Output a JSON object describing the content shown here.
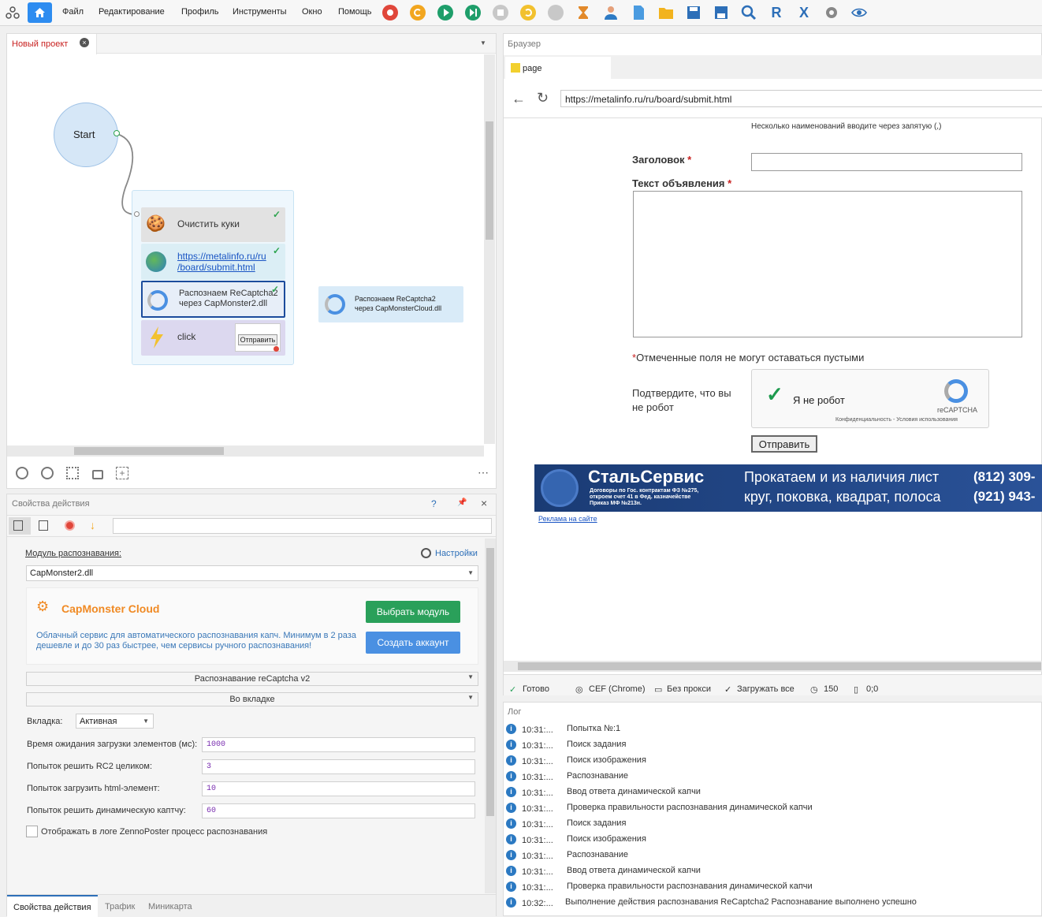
{
  "menu": [
    "Файл",
    "Редактирование",
    "Профиль",
    "Инструменты",
    "Окно",
    "Помощь"
  ],
  "project": {
    "tab_label": "Новый проект",
    "start_label": "Start",
    "nodes": [
      {
        "label": "Очистить куки"
      },
      {
        "label_line1": "https://metalinfo.ru/ru",
        "label_line2": "/board/submit.html"
      },
      {
        "label_line1": "Распознаем ReCaptcha2",
        "label_line2": "через CapMonster2.dll"
      },
      {
        "label": "click",
        "thumb_label": "Отправить"
      }
    ],
    "floating_node": {
      "line1": "Распознаем ReCaptcha2",
      "line2": "через CapMonsterCloud.dll"
    }
  },
  "props": {
    "title": "Свойства действия",
    "help": "?",
    "module_label": "Модуль распознавания:",
    "settings_label": "Настройки",
    "module_value": "CapMonster2.dll",
    "promo_title": "CapMonster Cloud",
    "promo_text_1": "Облачный сервис для автоматического распознавания капч. Минимум в 2 раза",
    "promo_text_2": "дешевле и до 30 раз быстрее, чем сервисы ручного распознавания!",
    "btn_select": "Выбрать модуль",
    "btn_create": "Создать аккаунт",
    "drop_type": "Распознавание reCaptcha v2",
    "drop_where": "Во вкладке",
    "tab_label": "Вкладка:",
    "tab_value": "Активная",
    "fields": [
      {
        "label": "Время ожидания загрузки элементов (мс):",
        "value": "1000"
      },
      {
        "label": "Попыток решить RC2 целиком:",
        "value": "3"
      },
      {
        "label": "Попыток загрузить html-элемент:",
        "value": "10"
      },
      {
        "label": "Попыток решить динамическую каптчу:",
        "value": "60"
      }
    ],
    "checkbox_label": "Отображать в логе ZennoPoster процесс распознавания",
    "bottom_tabs": [
      "Свойства действия",
      "Трафик",
      "Миникарта"
    ]
  },
  "browser": {
    "title": "Браузер",
    "tab_label": "page",
    "url": "https://metalinfo.ru/ru/board/submit.html",
    "hint": "Несколько наименований вводите через запятую (,)",
    "title_label": "Заголовок",
    "text_label": "Текст объявления",
    "required": "*",
    "required_note": "Отмеченные поля не могут оставаться пустыми",
    "confirm_1": "Подтвердите, что вы",
    "confirm_2": "не робот",
    "captcha_text": "Я не робот",
    "captcha_brand": "reCAPTCHA",
    "captcha_links": "Конфиденциальность - Условия использования",
    "submit": "Отправить",
    "banner_title": "СтальСервис",
    "banner_sub_1": "Договоры по Гос. контрактам ФЗ №275,",
    "banner_sub_2": "откроем счет 41 в Фед. казначействе",
    "banner_sub_3": "Приказ МФ №213н.",
    "banner_line1": "Прокатаем и из наличия лист",
    "banner_line2": "круг, поковка, квадрат, полоса",
    "banner_phone1": "(812) 309-",
    "banner_phone2": "(921) 943-",
    "ad_link": "Реклама на сайте",
    "status": [
      "Готово",
      "CEF (Chrome)",
      "Без прокси",
      "Загружать все",
      "150",
      "0;0"
    ]
  },
  "log": {
    "title": "Лог",
    "rows": [
      {
        "time": "10:31:...",
        "msg": "Попытка №:1"
      },
      {
        "time": "10:31:...",
        "msg": "Поиск задания"
      },
      {
        "time": "10:31:...",
        "msg": "Поиск изображения"
      },
      {
        "time": "10:31:...",
        "msg": "Распознавание"
      },
      {
        "time": "10:31:...",
        "msg": "Ввод ответа динамической капчи"
      },
      {
        "time": "10:31:...",
        "msg": "Проверка правильности распознавания динамической капчи"
      },
      {
        "time": "10:31:...",
        "msg": "Поиск задания"
      },
      {
        "time": "10:31:...",
        "msg": "Поиск изображения"
      },
      {
        "time": "10:31:...",
        "msg": "Распознавание"
      },
      {
        "time": "10:31:...",
        "msg": "Ввод ответа динамической капчи"
      },
      {
        "time": "10:31:...",
        "msg": "Проверка правильности распознавания динамической капчи"
      },
      {
        "time": "10:32:...",
        "msg": "Выполнение действия распознавания ReCaptcha2 Распознавание выполнено успешно"
      }
    ]
  }
}
